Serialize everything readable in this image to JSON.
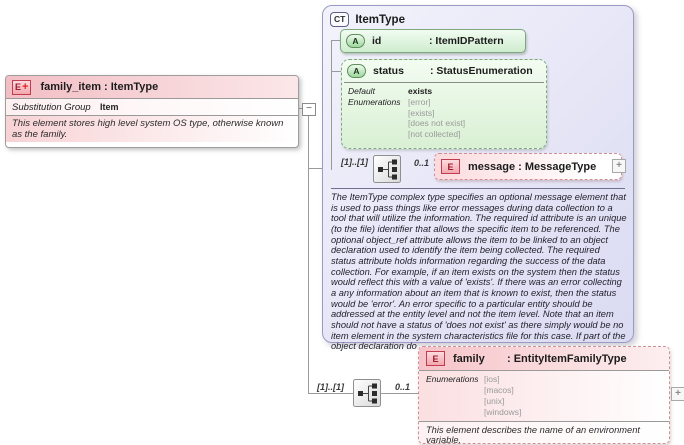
{
  "family_item": {
    "badge": "E",
    "badge_plus": "+",
    "title": "family_item : ItemType",
    "substitution_label": "Substitution Group",
    "substitution_value": "Item",
    "description": "This element stores high level system OS type, otherwise known as the family."
  },
  "item_type": {
    "badge": "CT",
    "title": "ItemType",
    "attr_id": {
      "badge": "A",
      "name": "id",
      "type": ": ItemIDPattern"
    },
    "attr_status": {
      "badge": "A",
      "name": "status",
      "type": ": StatusEnumeration",
      "default_label": "Default",
      "default_value": "exists",
      "enumerations_label": "Enumerations",
      "enumerations": [
        "[error]",
        "[exists]",
        "[does not exist]",
        "[not collected]"
      ]
    },
    "message_row": {
      "cardinality_left": "[1]..[1]",
      "cardinality_right": "0..1",
      "badge": "E",
      "label": "message : MessageType",
      "expand": "+"
    },
    "description": "The ItemType complex type specifies an optional message element that is used to pass things like error messages during data collection to a tool that will utilize the information. The required id attribute is an unique (to the file) identifier that allows the specific item to be referenced. The optional object_ref attribute allows the item to be linked to an object declaration used to identify the item being collected. The required status attribute holds information regarding the success of the data collection. For example, if an item exists on the system then the status would reflect this with a value of 'exists'. If there was an error collecting a any information about an item that is known to exist, then the status would be 'error'. An error specific to a particular entity should be addressed at the entity level and not the item level. Note that an item should not have a status of 'does not exist' as there simply would be no item element in the system characteristics file for this case. If part of the object declaration do"
  },
  "family_row": {
    "cardinality_left": "[1]..[1]",
    "cardinality_right": "0..1",
    "expand": "+"
  },
  "family": {
    "badge": "E",
    "name": "family",
    "type": ": EntityItemFamilyType",
    "enumerations_label": "Enumerations",
    "enumerations": [
      "[ios]",
      "[macos]",
      "[unix]",
      "[windows]"
    ],
    "description": "This element describes the name of an environment variable."
  },
  "collapse_glyph": "−"
}
